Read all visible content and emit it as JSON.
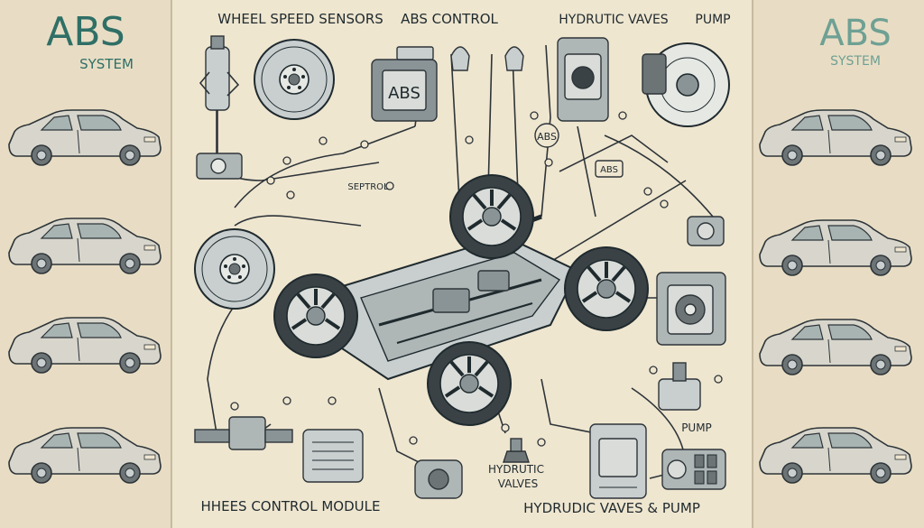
{
  "colors": {
    "paper": "#efe6d0",
    "panel": "#e8ddc4",
    "ink": "#2d3438",
    "teal": "#2f6f66",
    "teal_light": "#6fa094",
    "steel": "#c9cfcf",
    "rim": "#d9dcd8"
  },
  "left_badge": {
    "title": "ABS",
    "subtitle": "SYSTEM"
  },
  "right_badge": {
    "title": "ABS",
    "subtitle": "SYSTEM"
  },
  "labels": {
    "wheel_speed_sensors": "WHEEL SPEED SENSORS",
    "abs_control": "ABS CONTROL",
    "hydrutic_vaves": "HYDRUTIC VAVES",
    "pump_top": "PUMP",
    "septrol": "SEPTROL",
    "pump_right": "PUMP",
    "hydrutic_valves_1": "HYDRUTIC",
    "hydrutic_valves_2": "VALVES",
    "hhees_control_module": "HHEES CONTROL MODULE",
    "hydrudic_vaves_pump": "HYDRUDIC VAVES  &  PUMP"
  },
  "component_text": {
    "abs_box": "ABS",
    "abs_tag_top": "ABS",
    "abs_tag_mid": "ABS"
  }
}
